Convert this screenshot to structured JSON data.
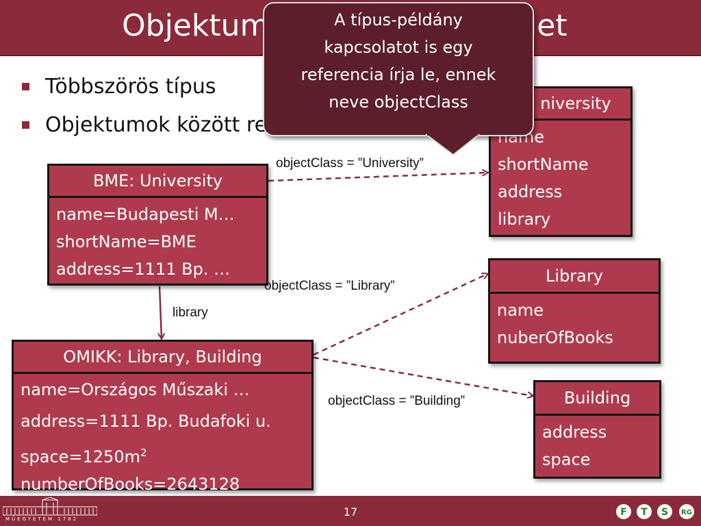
{
  "slide": {
    "title_start": "Objektum",
    "title_end": "élet",
    "bullets": [
      "Többszörös típus",
      "Objektumok között referenciák"
    ],
    "page_number": "17",
    "footer_logo_text": "MŰEGYETEM 1782",
    "footer_right_logos": [
      "F",
      "T",
      "S",
      "RG"
    ]
  },
  "callout": {
    "lines": [
      "A típus-példány",
      "kapcsolatot is egy",
      "referencia írja le, ennek",
      "neve objectClass"
    ]
  },
  "instances": {
    "bme": {
      "header": "BME: University",
      "attributes": [
        "name=Budapesti M…",
        "shortName=BME",
        "address=1111 Bp. …"
      ]
    },
    "omikk": {
      "header": "OMIKK: Library, Building",
      "attributes": [
        "name=Országos Műszaki …",
        "address=1111 Bp. Budafoki u.",
        "space=1250m",
        "numberOfBooks=2643128"
      ],
      "space_superscript": "2"
    }
  },
  "types": {
    "university": {
      "header": "University",
      "header_visible": "niversity",
      "attributes": [
        "name",
        "shortName",
        "address",
        "library"
      ]
    },
    "library": {
      "header": "Library",
      "attributes": [
        "name",
        "nuberOfBooks"
      ]
    },
    "building": {
      "header": "Building",
      "attributes": [
        "address",
        "space"
      ]
    }
  },
  "links": {
    "bme_university": "objectClass = ”University”",
    "omikk_library": "objectClass = ”Library”",
    "omikk_building": "objectClass = ”Building”",
    "library_reference": "library"
  },
  "colors": {
    "header_bg": "#8a2a3a",
    "box_fill": "#b03a4d",
    "callout_fill": "#5b1e2a",
    "arrow": "#8a2a3a"
  }
}
